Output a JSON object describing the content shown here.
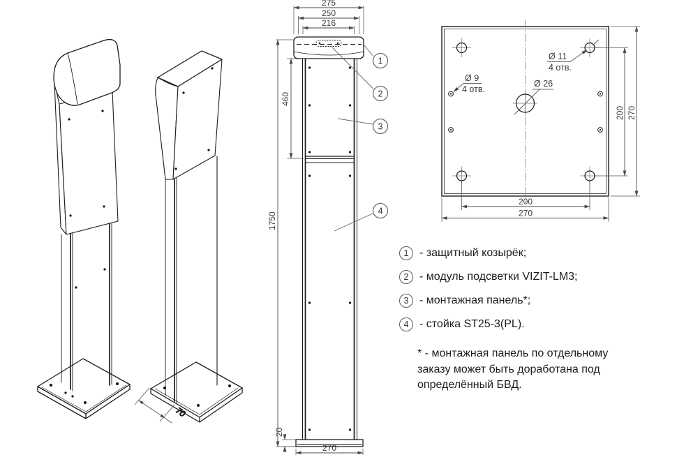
{
  "drawing": {
    "front_view": {
      "dims": {
        "canopy_width": "275",
        "canopy_face_width": "250",
        "column_width": "216",
        "panel_height": "460",
        "total_height": "1750",
        "base_thickness": "20",
        "base_width": "270"
      },
      "callouts": [
        "1",
        "2",
        "3",
        "4"
      ]
    },
    "plan_view": {
      "dims": {
        "hole_spacing": "200",
        "plate_size": "270"
      },
      "labels": {
        "bolt_hole_dia": "Ø 11",
        "bolt_hole_qty": "4 отв.",
        "anchor_hole_dia": "Ø 9",
        "anchor_hole_qty": "4 отв.",
        "center_hole_dia": "Ø 26"
      }
    },
    "iso_view": {
      "base_flange_depth": "70"
    }
  },
  "legend": {
    "items": [
      {
        "num": "1",
        "text": "- защитный козырёк;"
      },
      {
        "num": "2",
        "text": "- модуль подсветки VIZIT-LM3;"
      },
      {
        "num": "3",
        "text": "- монтажная панель*;"
      },
      {
        "num": "4",
        "text": "- стойка ST25-3(PL)."
      }
    ],
    "footnote_lines": [
      "* - монтажная панель по отдельному",
      "заказу может быть доработана под",
      "определённый БВД."
    ]
  }
}
